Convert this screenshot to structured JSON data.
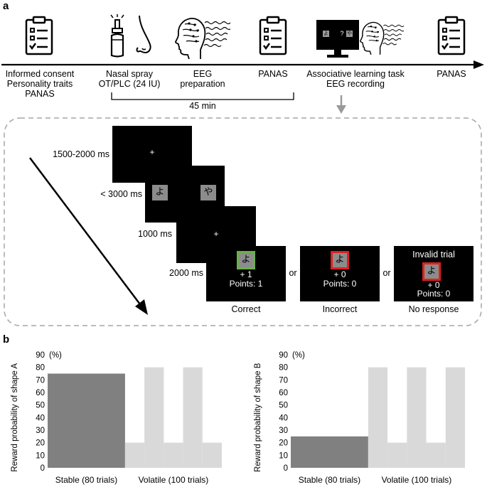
{
  "panel_a": {
    "letter": "a",
    "timeline_labels": [
      [
        "Informed consent",
        "Personality traits",
        "PANAS"
      ],
      [
        "Nasal spray",
        "OT/PLC (24 IU)"
      ],
      [
        "EEG",
        "preparation"
      ],
      [
        "PANAS"
      ],
      [
        "Associative learning task",
        "EEG recording"
      ],
      [
        "PANAS"
      ]
    ],
    "interval_label": "45 min",
    "monitor_symbols": [
      "よ",
      "?",
      "や"
    ],
    "durations": [
      "1500-2000 ms",
      "< 3000 ms",
      "1000 ms",
      "2000 ms"
    ],
    "fixation": "+",
    "shape_left": "よ",
    "shape_right": "や",
    "or_label": "or",
    "outcomes": [
      {
        "header": "",
        "points_delta": "+ 1",
        "points_total": "Points: 1",
        "caption": "Correct",
        "border_color": "#6ab04c"
      },
      {
        "header": "",
        "points_delta": "+ 0",
        "points_total": "Points: 0",
        "caption": "Incorrect",
        "border_color": "#e02020"
      },
      {
        "header": "Invalid trial",
        "points_delta": "+ 0",
        "points_total": "Points: 0",
        "caption": "No response",
        "border_color": "#e02020"
      }
    ]
  },
  "panel_b": {
    "letter": "b",
    "colors": {
      "stable": "#808080",
      "volatile": "#d9d9d9"
    }
  },
  "chart_data": [
    {
      "type": "bar",
      "ylabel": "Reward probability of shape A",
      "y_unit": "(%)",
      "ylim": [
        0,
        90
      ],
      "yticks": [
        0,
        10,
        20,
        30,
        40,
        50,
        60,
        70,
        80,
        90
      ],
      "categories": [
        "Stable (80 trials)",
        "Volatile (100 trials)"
      ],
      "segments": [
        {
          "phase": "stable",
          "start": 0,
          "end": 80,
          "value": 75
        },
        {
          "phase": "volatile",
          "start": 80,
          "end": 100,
          "value": 20
        },
        {
          "phase": "volatile",
          "start": 100,
          "end": 120,
          "value": 80
        },
        {
          "phase": "volatile",
          "start": 120,
          "end": 140,
          "value": 20
        },
        {
          "phase": "volatile",
          "start": 140,
          "end": 160,
          "value": 80
        },
        {
          "phase": "volatile",
          "start": 160,
          "end": 180,
          "value": 20
        }
      ]
    },
    {
      "type": "bar",
      "ylabel": "Reward probability of shape B",
      "y_unit": "(%)",
      "ylim": [
        0,
        90
      ],
      "yticks": [
        0,
        10,
        20,
        30,
        40,
        50,
        60,
        70,
        80,
        90
      ],
      "categories": [
        "Stable (80 trials)",
        "Volatile (100 trials)"
      ],
      "segments": [
        {
          "phase": "stable",
          "start": 0,
          "end": 80,
          "value": 25
        },
        {
          "phase": "volatile",
          "start": 80,
          "end": 100,
          "value": 80
        },
        {
          "phase": "volatile",
          "start": 100,
          "end": 120,
          "value": 20
        },
        {
          "phase": "volatile",
          "start": 120,
          "end": 140,
          "value": 80
        },
        {
          "phase": "volatile",
          "start": 140,
          "end": 160,
          "value": 20
        },
        {
          "phase": "volatile",
          "start": 160,
          "end": 180,
          "value": 80
        }
      ]
    }
  ]
}
